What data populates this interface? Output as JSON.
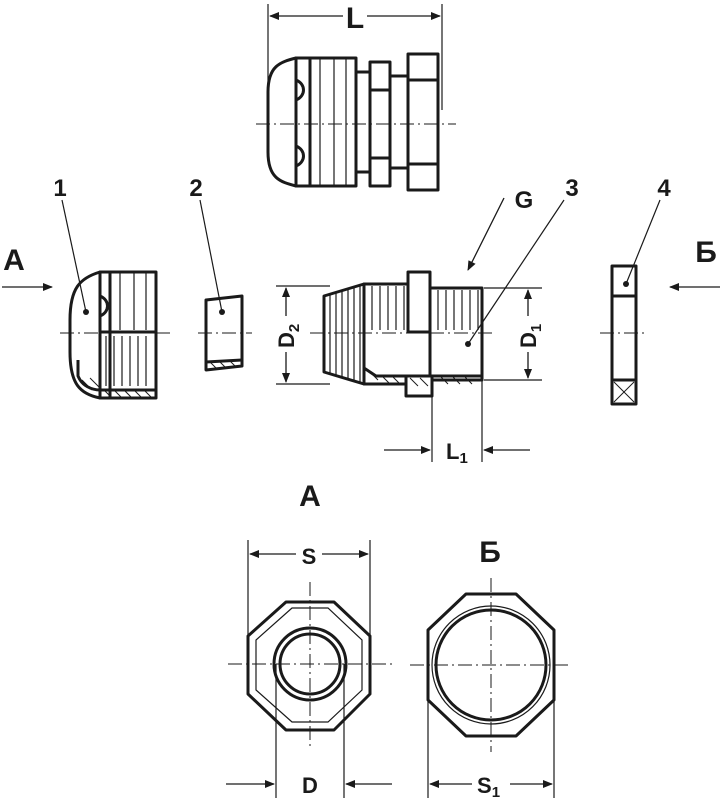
{
  "dimensions": {
    "L": "L",
    "L1_main": "L",
    "L1_sub": "1",
    "D1_main": "D",
    "D1_sub": "1",
    "D2_main": "D",
    "D2_sub": "2",
    "G": "G",
    "S": "S",
    "D": "D",
    "S1_main": "S",
    "S1_sub": "1"
  },
  "parts": {
    "part1": "1",
    "part2": "2",
    "part3": "3",
    "part4": "4"
  },
  "views": {
    "view_a_arrow": "А",
    "view_b_arrow": "Б",
    "view_a_title": "А",
    "view_b_title": "Б"
  }
}
